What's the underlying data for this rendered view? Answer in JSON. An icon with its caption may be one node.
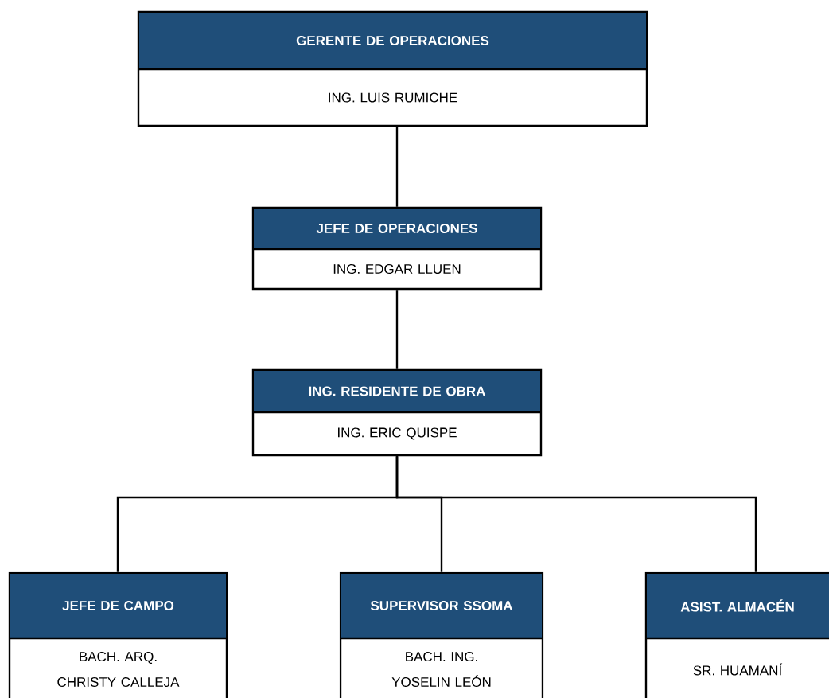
{
  "diagram": {
    "nodes": [
      {
        "text": [
          "GERENTE DE OPERACIONES",
          "ING. LUIS RUMICHE"
        ]
      },
      {
        "text": [
          "JEFE DE OPERACIONES",
          "ING. EDGAR LLUEN"
        ]
      },
      {
        "text": [
          "ING. RESIDENTE DE OBRA",
          "ING. ERIC QUISPE"
        ]
      },
      {
        "text": [
          "JEFE DE CAMPO",
          "BACH. ARQ. CHRISTY CALLEJA"
        ]
      },
      {
        "text": [
          "SUPERVISOR SSOMA",
          "BACH. ING. YOSELIN LEÓN"
        ]
      },
      {
        "text": [
          "ASIST. ALMACÉN",
          "SR. HUAMANÍ"
        ]
      }
    ],
    "edges": [
      {
        "from": 0,
        "to": 1,
        "arrow": "none"
      },
      {
        "from": 1,
        "to": 2,
        "arrow": "none"
      },
      {
        "from": 2,
        "to": 3,
        "arrow": "none"
      },
      {
        "from": 2,
        "to": 4,
        "arrow": "none"
      },
      {
        "from": 2,
        "to": 5,
        "arrow": "none"
      }
    ]
  }
}
